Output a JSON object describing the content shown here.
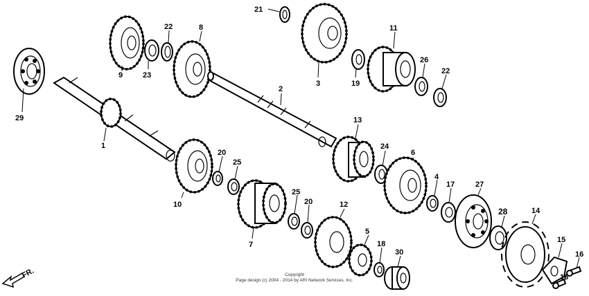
{
  "diagram": {
    "callouts": {
      "c1": "1",
      "c2": "2",
      "c3": "3",
      "c4": "4",
      "c5": "5",
      "c6": "6",
      "c7": "7",
      "c8": "8",
      "c9": "9",
      "c10": "10",
      "c11": "11",
      "c12": "12",
      "c13": "13",
      "c14": "14",
      "c15": "15",
      "c16a": "16",
      "c16b": "16",
      "c17": "17",
      "c18": "18",
      "c19": "19",
      "c20a": "20",
      "c20b": "20",
      "c21": "21",
      "c22a": "22",
      "c22b": "22",
      "c23": "23",
      "c24": "24",
      "c25a": "25",
      "c25b": "25",
      "c26": "26",
      "c27": "27",
      "c28": "28",
      "c29": "29",
      "c30": "30"
    },
    "direction_label": "FR.",
    "copyright_line1": "Copyright",
    "copyright_line2": "Page design (c) 2004 - 2014 by ARI Network Services, Inc."
  }
}
